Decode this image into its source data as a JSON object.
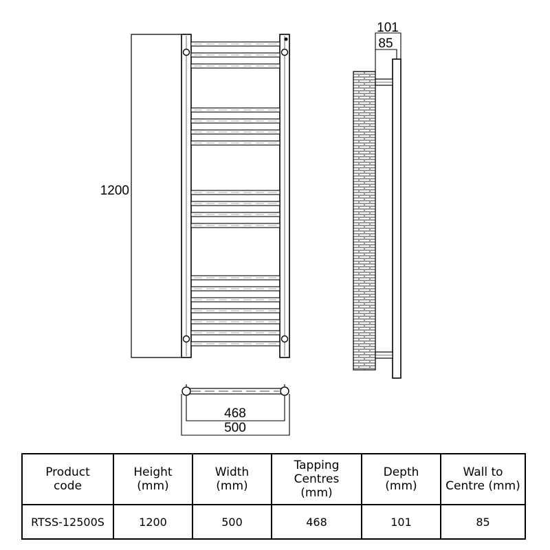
{
  "dimensions": {
    "height": "1200",
    "depth": "101",
    "wall_to_centre": "85",
    "tapping_centres": "468",
    "width": "500"
  },
  "table": {
    "headers": [
      "Product\ncode",
      "Height\n(mm)",
      "Width\n(mm)",
      "Tapping\nCentres\n(mm)",
      "Depth\n(mm)",
      "Wall to\nCentre (mm)"
    ],
    "rows": [
      [
        "RTSS-12500S",
        "1200",
        "500",
        "468",
        "101",
        "85"
      ]
    ]
  }
}
